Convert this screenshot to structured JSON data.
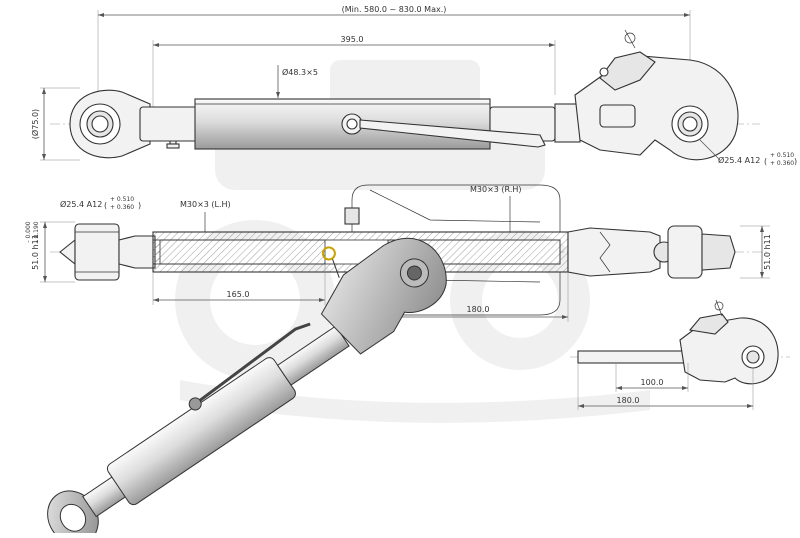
{
  "labels": {
    "overall_length": "(Min. 580.0 ~ 830.0 Max.)",
    "tube_length": "395.0",
    "tube_diameter": "Ø48.3×5",
    "ball_diameter": "(Ø75.0)",
    "hook_bore": "Ø25.4 A12",
    "hook_bore_tol_upper": "+ 0.510",
    "hook_bore_tol_lower": "+ 0.360",
    "ball_bore": "Ø25.4 A12",
    "ball_bore_tol_upper": "+ 0.510",
    "ball_bore_tol_lower": "+ 0.360",
    "thread_left": "M30×3 (L.H)",
    "thread_right": "M30×3 (R.H)",
    "ball_width": "51.0 h11",
    "ball_width_tol_upper": "- 0.000",
    "ball_width_tol_lower": "- 0.190",
    "hook_width": "51.0 h11",
    "left_thread_length": "165.0",
    "right_thread_length": "180.0",
    "hook_shank_length": "100.0",
    "hook_total_length": "180.0"
  },
  "colors": {
    "line": "#333333",
    "fill_light": "#f2f2f2",
    "fill_mid": "#e6e6e6",
    "watermark": "#eeeeee"
  }
}
